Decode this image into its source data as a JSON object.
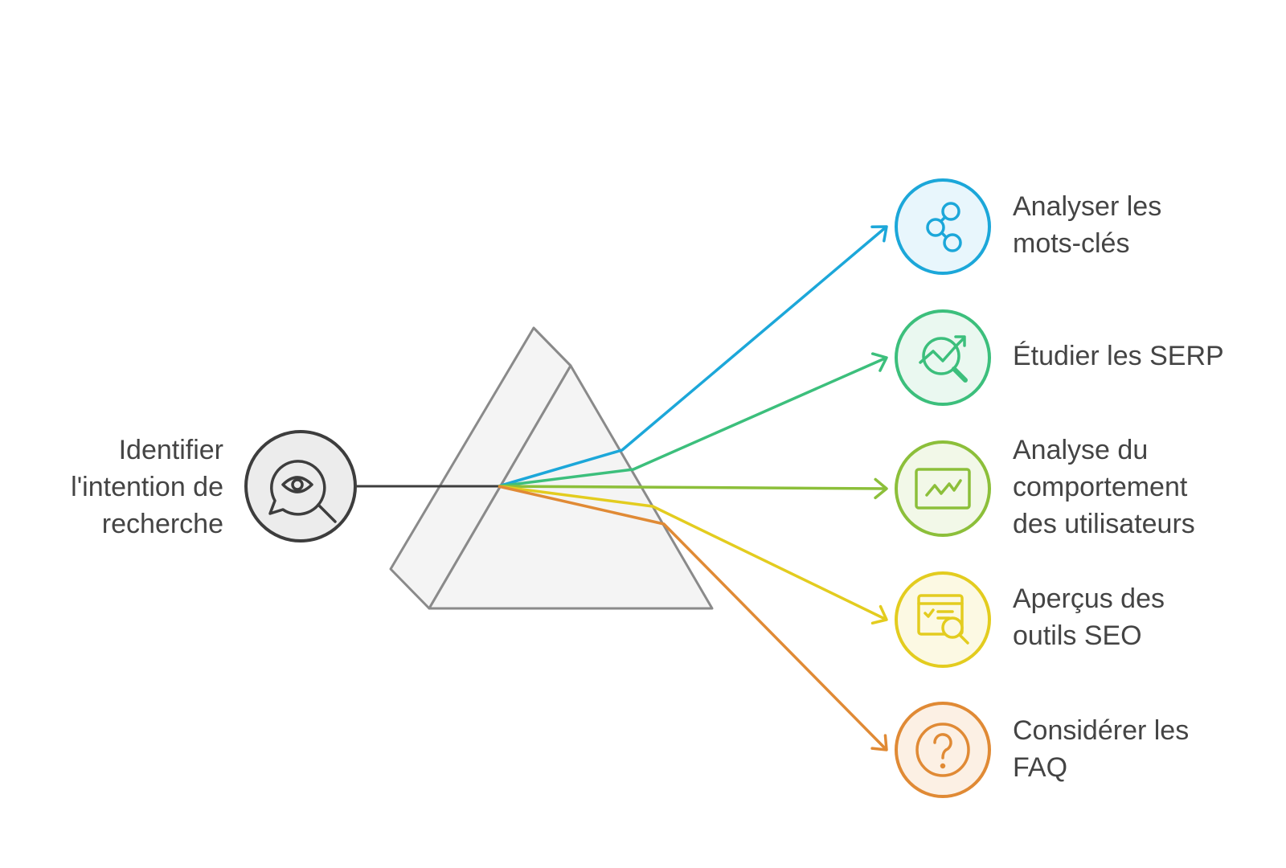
{
  "source": {
    "label": "Identifier\nl'intention de\nrecherche",
    "icon": "eye-search-icon",
    "color": "#3d3d3d"
  },
  "outputs": [
    {
      "label": "Analyser les\nmots-clés",
      "icon": "link-nodes-icon",
      "color": "#1ca7d9",
      "fill": "#e8f6fc"
    },
    {
      "label": "Étudier les SERP",
      "icon": "trend-search-icon",
      "color": "#3cbf7c",
      "fill": "#eaf8f0"
    },
    {
      "label": "Analyse du\ncomportement\ndes utilisateurs",
      "icon": "analytics-chart-icon",
      "color": "#8cbf3a",
      "fill": "#f2f8e8"
    },
    {
      "label": "Aperçus des\noutils SEO",
      "icon": "browser-search-icon",
      "color": "#e3cc1f",
      "fill": "#fcf9e3"
    },
    {
      "label": "Considérer les\nFAQ",
      "icon": "question-mark-icon",
      "color": "#e08a35",
      "fill": "#fcf0e4"
    }
  ],
  "prism": {
    "stroke": "#8a8a8a",
    "fill": "#f4f4f4",
    "icon": "prism-icon"
  }
}
